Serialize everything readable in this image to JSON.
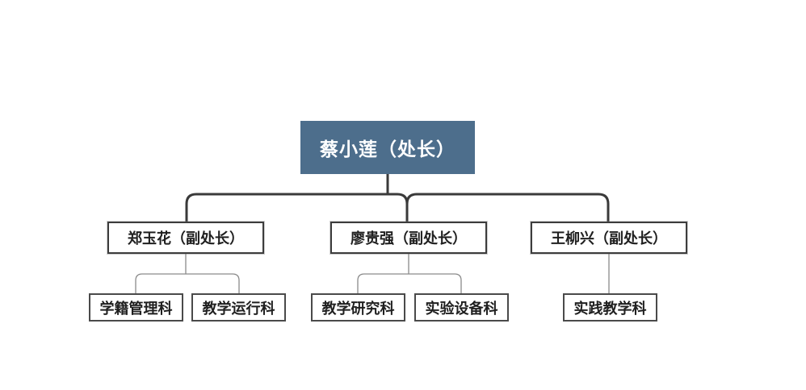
{
  "org_chart": {
    "type": "org-tree",
    "root": {
      "label": "蔡小莲（处长）"
    },
    "branches": [
      {
        "label": "郑玉花（副处长）",
        "children": [
          {
            "label": "学籍管理科"
          },
          {
            "label": "教学运行科"
          }
        ]
      },
      {
        "label": "廖贵强（副处长）",
        "children": [
          {
            "label": "教学研究科"
          },
          {
            "label": "实验设备科"
          }
        ]
      },
      {
        "label": "王柳兴（副处长）",
        "children": [
          {
            "label": "实践教学科"
          }
        ]
      }
    ]
  },
  "colors": {
    "canvas_background": "#ffffff",
    "root_fill": "#4d6e8c",
    "root_text": "#ffffff",
    "node_fill": "#ffffff",
    "node_border": "#3d3d3d",
    "node_text": "#1f1f1f",
    "connector_primary": "#3a3a3a",
    "connector_secondary": "#8a8a8a"
  }
}
